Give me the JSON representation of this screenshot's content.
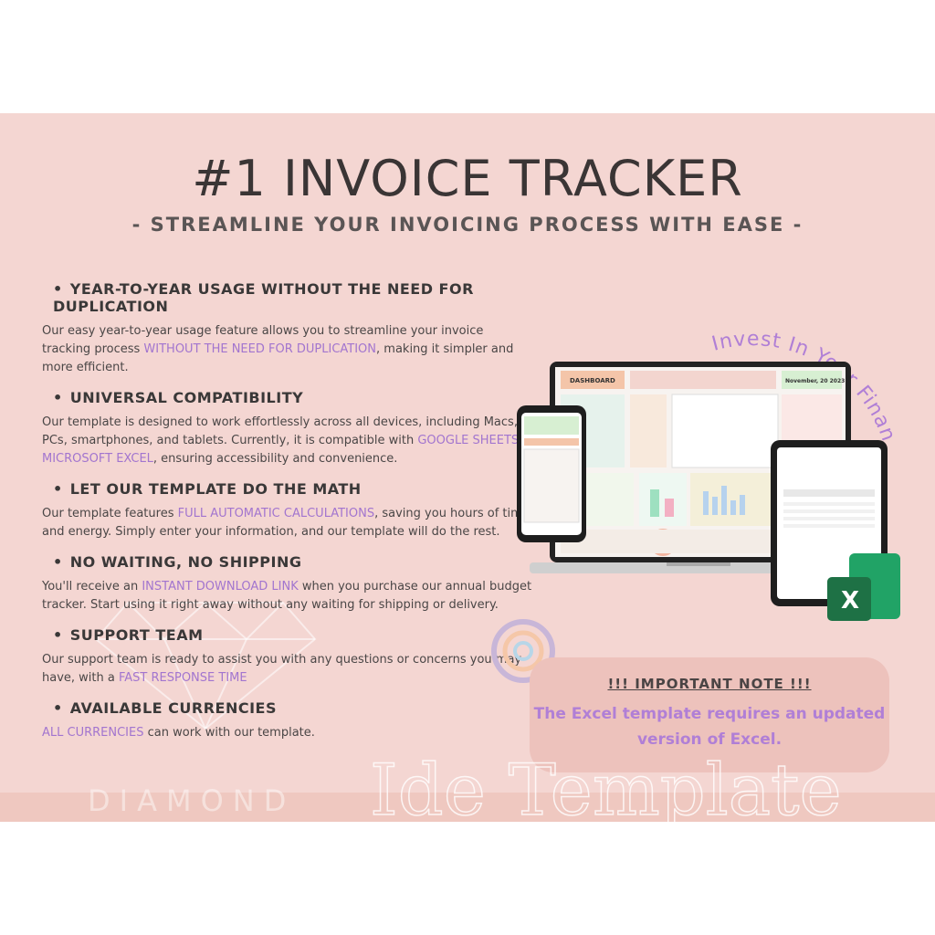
{
  "title": "#1 INVOICE TRACKER",
  "subtitle": "- STREAMLINE YOUR INVOICING PROCESS WITH EASE -",
  "arc_text": "Invest In Your Financial Future",
  "features": [
    {
      "heading": "YEAR-TO-YEAR USAGE WITHOUT THE NEED FOR DUPLICATION",
      "text_parts": [
        "Our easy year-to-year usage feature allows you to streamline your invoice tracking process ",
        "WITHOUT THE NEED FOR DUPLICATION",
        ", making it simpler and more efficient."
      ]
    },
    {
      "heading": "UNIVERSAL COMPATIBILITY",
      "text_parts": [
        "Our template is designed to work effortlessly across all devices, including Macs, PCs, smartphones, and tablets. Currently, it is compatible with ",
        "GOOGLE SHEETS & MICROSOFT EXCEL",
        ", ensuring accessibility and convenience."
      ]
    },
    {
      "heading": "LET OUR TEMPLATE DO THE MATH",
      "text_parts": [
        "Our template features ",
        "FULL AUTOMATIC CALCULATIONS",
        ", saving you hours of time and energy. Simply enter your information, and our template will do the rest."
      ]
    },
    {
      "heading": "NO WAITING, NO SHIPPING",
      "text_parts": [
        "You'll receive an ",
        "INSTANT DOWNLOAD LINK",
        " when you purchase our annual budget tracker. Start using it right away without any waiting for shipping or delivery."
      ]
    },
    {
      "heading": "SUPPORT TEAM",
      "text_parts": [
        "Our support team is ready to assist you with any questions or concerns you may have, with a ",
        "FAST RESPONSE TIME",
        ""
      ]
    },
    {
      "heading": "AVAILABLE CURRENCIES",
      "text_parts": [
        "",
        "ALL CURRENCIES",
        " can work with our template."
      ]
    }
  ],
  "note": {
    "title": "!!!  IMPORTANT NOTE  !!!",
    "body": "The Excel template requires an updated version of Excel."
  },
  "mockup": {
    "dashboard_label": "DASHBOARD",
    "date_label": "November, 20 2023"
  },
  "excel_icon_letter": "X",
  "watermark": "Ide Template",
  "brand_logo": "DIAMOND",
  "colors": {
    "background": "#f4d6d2",
    "highlight": "#a275cf",
    "note_box": "#edc2bc",
    "excel_green": "#1e7145"
  }
}
